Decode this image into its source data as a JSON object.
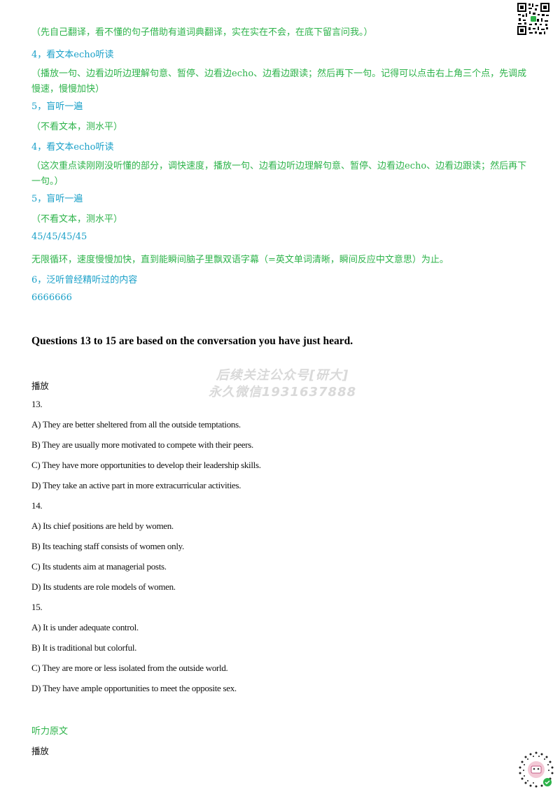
{
  "header_lines": [
    "（先自己翻译，看不懂的句子借助有道词典翻译，实在实在不会，在底下留言问我。）"
  ],
  "steps": {
    "s1_title": "4，看文本echo听读",
    "s1_desc": "（播放一句、边看边听边理解句意、暂停、边看边echo、边看边跟读；然后再下一句。记得可以点击右上角三个点，先调成慢速，慢慢加快）",
    "s2_title": "5，盲听一遍",
    "s2_desc": "（不看文本，测水平）",
    "s3_title": "4，看文本echo听读",
    "s3_desc": "（这次重点读刚刚没听懂的部分，调快速度，播放一句、边看边听边理解句意、暂停、边看边echo、边看边跟读；然后再下一句。）",
    "s4_title": "5，盲听一遍",
    "s4_desc": "（不看文本，测水平）",
    "loop": "45/45/45/45",
    "loop_desc": "无限循环，速度慢慢加快，直到能瞬间脑子里飘双语字幕（=英文单词清晰，瞬间反应中文意思）为止。",
    "s6_title": "6，泛听曾经精听过的内容",
    "s6_value": "6666666"
  },
  "heading": "Questions 13 to 15 are based on the conversation you have just heard.",
  "watermark": {
    "line1": "后续关注公众号[研大]",
    "line2": "永久微信1931637888"
  },
  "play_label": "播放",
  "questions": [
    {
      "number": "13.",
      "options": [
        "A) They are better sheltered from all the outside temptations.",
        "B) They are usually more motivated to compete with their peers.",
        "C) They have more opportunities to develop their leadership skills.",
        "D) They take an active part in more extracurricular activities."
      ]
    },
    {
      "number": "14.",
      "options": [
        "A) Its chief positions are held by women.",
        "B) Its teaching staff consists of women only.",
        "C) Its students aim at managerial posts.",
        "D) Its students are role models of women."
      ]
    },
    {
      "number": "15.",
      "options": [
        "A) It is under adequate control.",
        "B) It is traditional but colorful.",
        "C) They are more or less isolated from the outside world.",
        "D) They have ample opportunities to meet the opposite sex."
      ]
    }
  ],
  "transcript_label": "听力原文",
  "play_label_2": "播放",
  "colors": {
    "green": "#2db34a",
    "blue": "#1aa0c8",
    "text": "#111111"
  },
  "icons": {
    "top_right": "qr-code-icon",
    "bottom_right": "mini-program-code-icon"
  }
}
